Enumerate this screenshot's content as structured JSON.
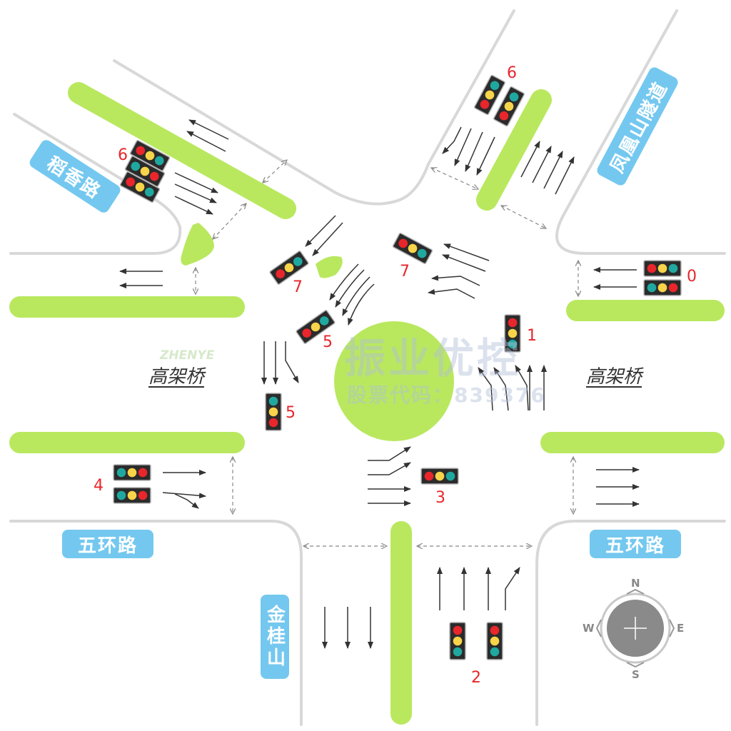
{
  "roads": {
    "daoxiang": "稻香路",
    "fenghuang": "凤凰山隧道",
    "wuhuan_west": "五环路",
    "wuhuan_east": "五环路",
    "jingui": "金桂山"
  },
  "viaduct": {
    "west": "高架桥",
    "east": "高架桥"
  },
  "signal_numbers": {
    "n0": "0",
    "n1": "1",
    "n2": "2",
    "n3": "3",
    "n4": "4",
    "n5a": "5",
    "n5b": "5",
    "n6a": "6",
    "n6b": "6",
    "n7a": "7",
    "n7b": "7"
  },
  "watermark": {
    "title": "振业优控",
    "subtitle": "股票代码：839376",
    "logo": "ZHENYE"
  },
  "compass": {
    "north": "N",
    "south": "S",
    "east": "E",
    "west": "W"
  },
  "colors": {
    "island": "#b9e85f",
    "road_label_bg": "#74c8ef",
    "signal_number": "#e8262b",
    "light_red": "#e8262b",
    "light_yellow": "#f7d449",
    "light_green": "#1fa8a0",
    "curb": "#d8d8d8"
  }
}
